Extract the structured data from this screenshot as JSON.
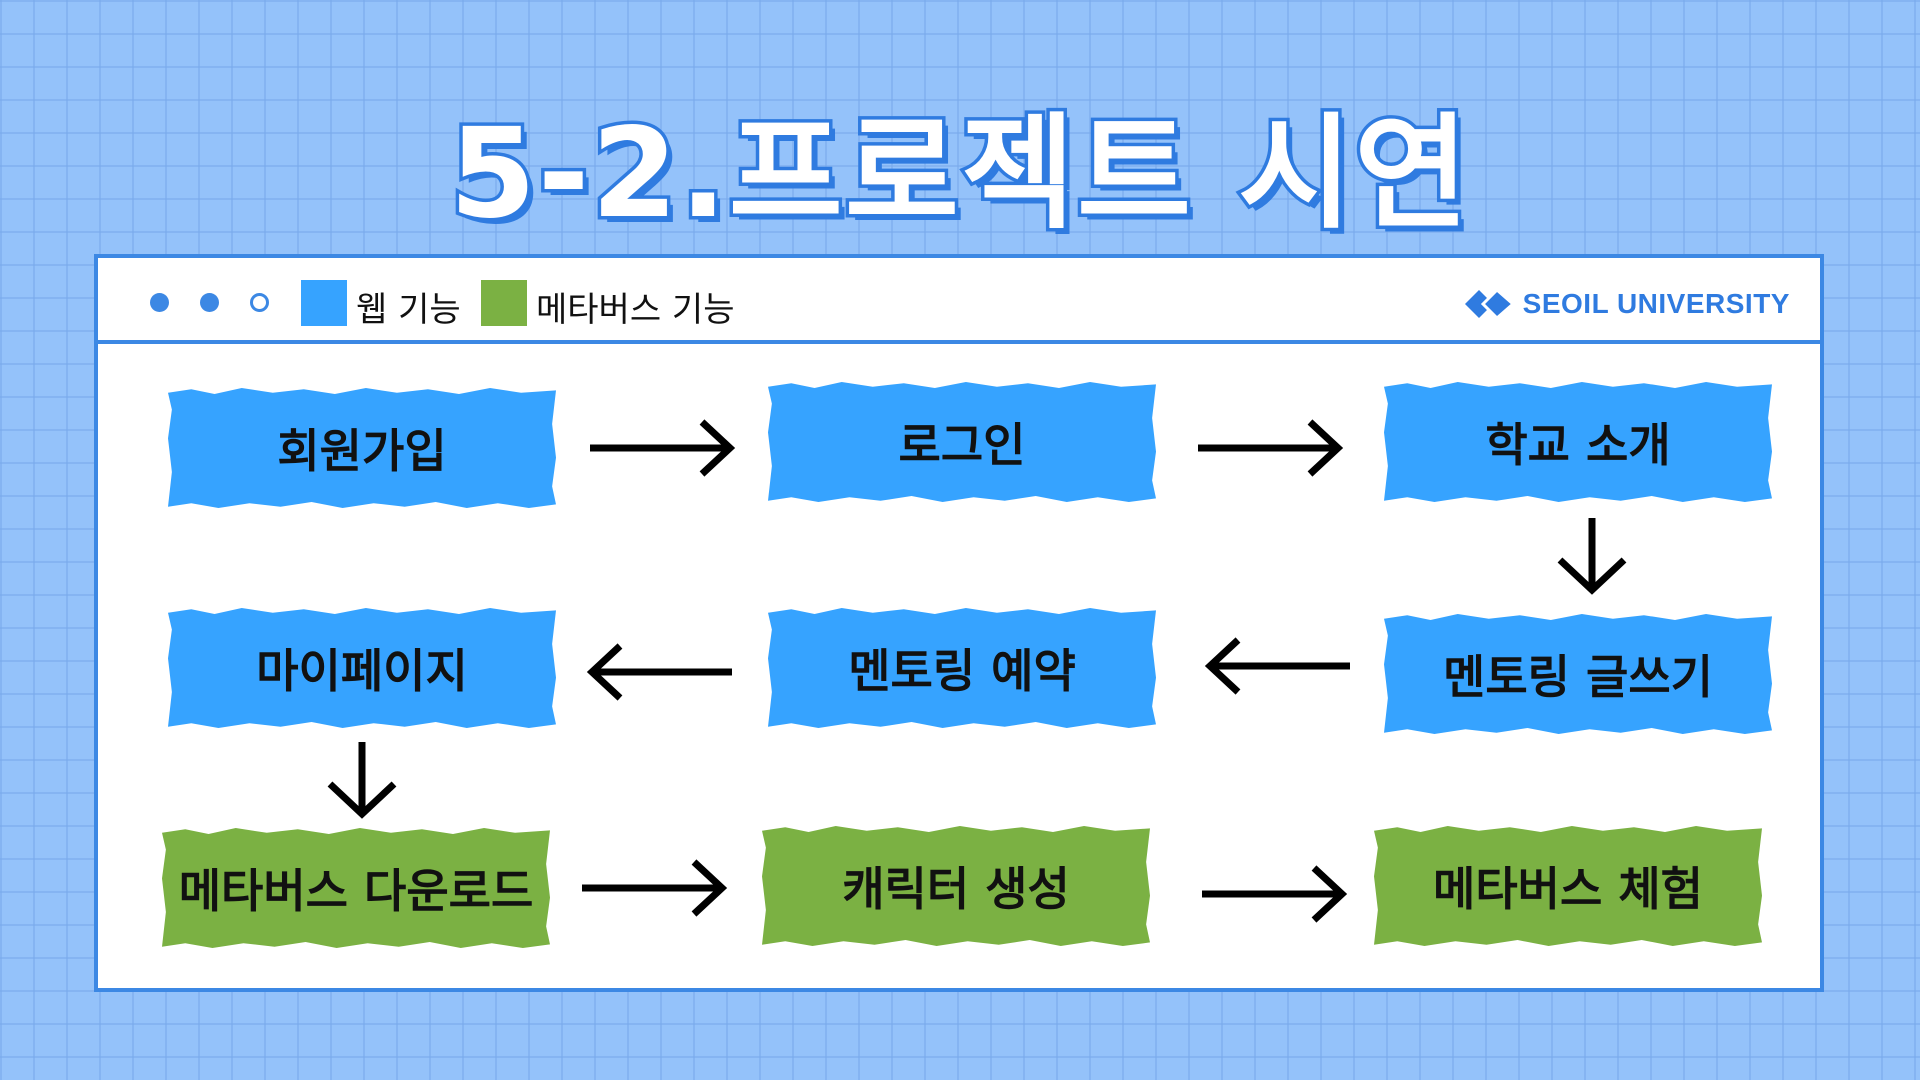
{
  "title": "5-2.프로젝트 시연",
  "legend": [
    {
      "label": "웹 기능",
      "color": "#36a3ff"
    },
    {
      "label": "메타버스 기능",
      "color": "#7bb143"
    }
  ],
  "brand": "SEOIL UNIVERSITY",
  "colors": {
    "web": "#36a3ff",
    "metaverse": "#7bb143",
    "accent": "#3c88e4",
    "background": "#94c2fa"
  },
  "flow": [
    {
      "label": "회원가입",
      "type": "web"
    },
    {
      "label": "로그인",
      "type": "web"
    },
    {
      "label": "학교 소개",
      "type": "web"
    },
    {
      "label": "멘토링 글쓰기",
      "type": "web"
    },
    {
      "label": "멘토링 예약",
      "type": "web"
    },
    {
      "label": "마이페이지",
      "type": "web"
    },
    {
      "label": "메타버스 다운로드",
      "type": "metaverse"
    },
    {
      "label": "캐릭터 생성",
      "type": "metaverse"
    },
    {
      "label": "메타버스 체험",
      "type": "metaverse"
    }
  ]
}
